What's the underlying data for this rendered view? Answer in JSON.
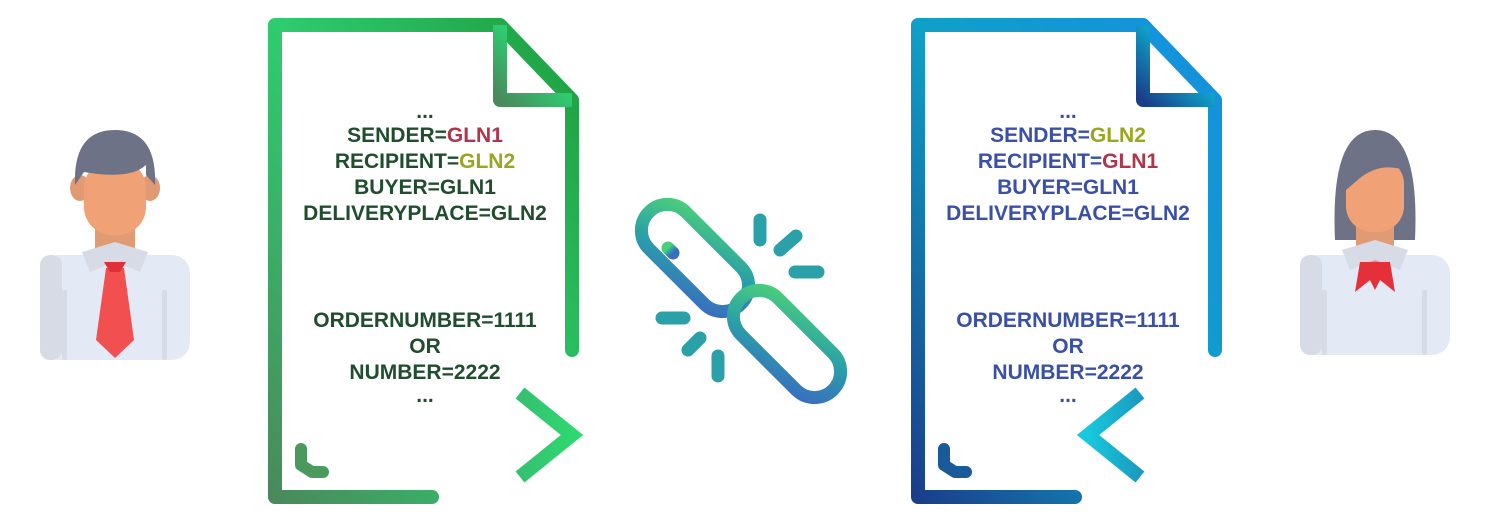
{
  "colors": {
    "left_text": "#1f4d2e",
    "right_text": "#3a50a8",
    "gln_red": "#b0344a",
    "gln_olive": "#9aa61c"
  },
  "left_document": {
    "ellipsis_top": "...",
    "sender_key": "SENDER=",
    "sender_value": "GLN1",
    "recipient_key": "RECIPIENT=",
    "recipient_value": "GLN2",
    "buyer": "BUYER=GLN1",
    "deliveryplace": "DELIVERYPLACE=GLN2",
    "ordernumber": "ORDERNUMBER=1111",
    "or": "OR",
    "number": "NUMBER=2222",
    "ellipsis_bottom": "..."
  },
  "right_document": {
    "ellipsis_top": "...",
    "sender_key": "SENDER=",
    "sender_value": "GLN2",
    "recipient_key": "RECIPIENT=",
    "recipient_value": "GLN1",
    "buyer": "BUYER=GLN1",
    "deliveryplace": "DELIVERYPLACE=GLN2",
    "ordernumber": "ORDERNUMBER=1111",
    "or": "OR",
    "number": "NUMBER=2222",
    "ellipsis_bottom": "..."
  },
  "icons": {
    "left_person": "businessman-icon",
    "right_person": "businesswoman-icon",
    "center": "broken-chain-link-icon",
    "left_arrow": "arrow-right-icon",
    "right_arrow": "arrow-left-icon"
  }
}
